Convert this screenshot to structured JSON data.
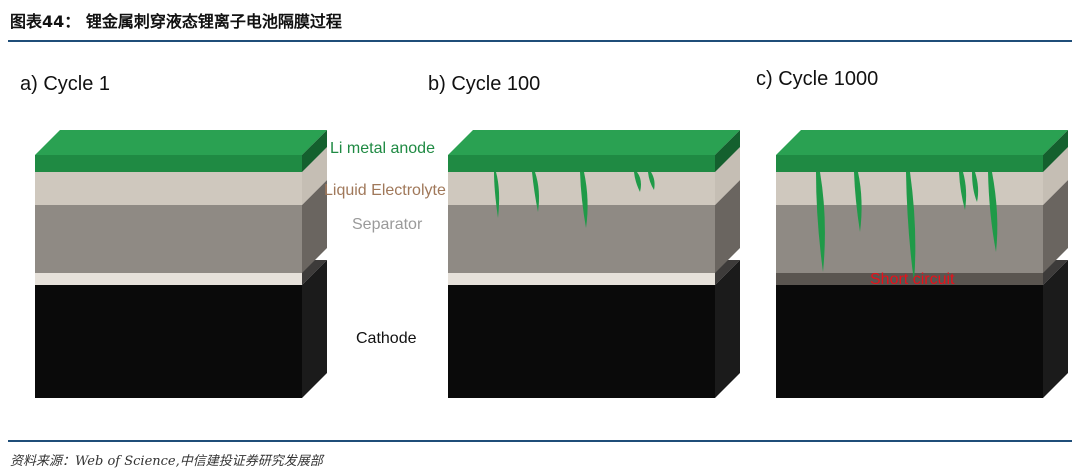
{
  "header": {
    "title": "图表44：  锂金属刺穿液态锂离子电池隔膜过程"
  },
  "figure": {
    "panels": [
      {
        "label": "a) Cycle 1"
      },
      {
        "label": "b) Cycle 100"
      },
      {
        "label": "c) Cycle 1000"
      }
    ],
    "layer_labels": {
      "anode": "Li metal anode",
      "electrolyte": "Liquid  Electrolyte",
      "separator": "Separator",
      "cathode": "Cathode"
    },
    "short_circuit": "Short circuit",
    "colors": {
      "anode": "#1f8a43",
      "dendrite": "#1f9a48",
      "electrolyte_label": "#a0785a",
      "separator_label": "#9a9a9a",
      "short_circuit": "#e8101a",
      "cathode": "#0a0a0a"
    }
  },
  "footer": {
    "source": "资料来源：Web of Science,中信建投证券研究发展部"
  }
}
